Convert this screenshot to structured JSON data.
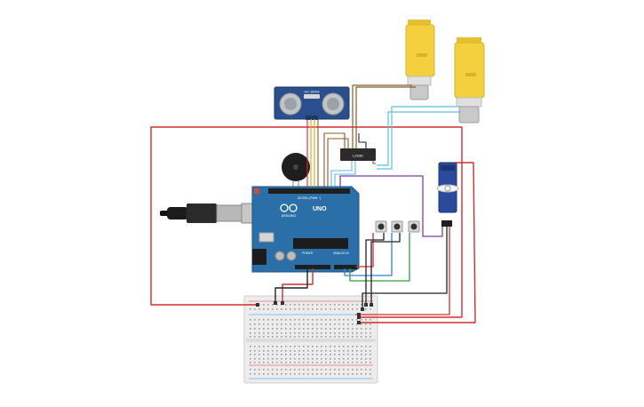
{
  "components": {
    "sensor": {
      "label": "HC-SR04"
    },
    "driver": {
      "label": "L293D"
    },
    "arduino": {
      "brand": "ARDUINO",
      "model": "UNO",
      "digital_label": "DIGITAL (PWM ~)",
      "power_label": "POWER",
      "analog_label": "ANALOG IN"
    }
  },
  "colors": {
    "board": "#2a6fa8",
    "motor": "#f4d03f",
    "breadboard": "#e9e9e9",
    "wire_red": "#d32f2f",
    "wire_black": "#222222",
    "wire_brown": "#8b5a2b",
    "wire_cyan": "#5bc0de",
    "wire_blue": "#3a7bd5",
    "wire_green": "#2e9e44",
    "wire_purple": "#7b3fa0",
    "wire_orange": "#e8a317"
  }
}
